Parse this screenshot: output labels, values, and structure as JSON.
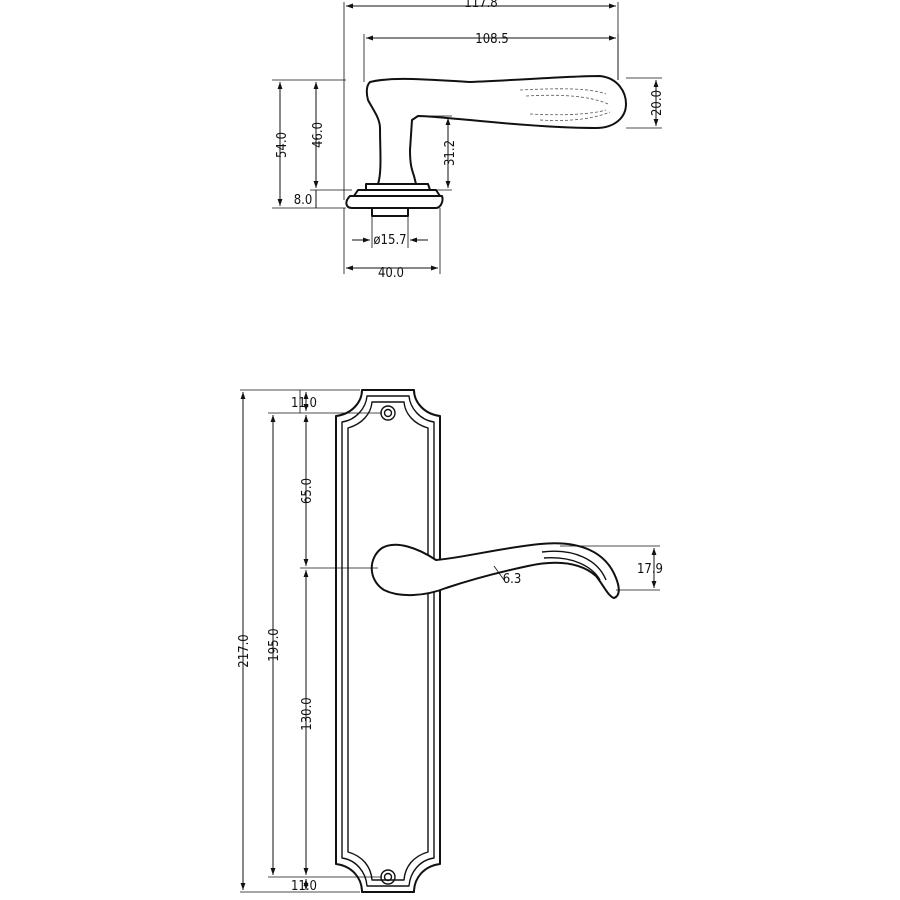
{
  "side_view": {
    "dimensions": {
      "overall_length": "117.8",
      "lever_length": "108.5",
      "lever_end_height": "20.0",
      "overall_height": "54.0",
      "neck_height": "46.0",
      "lever_clearance": "31.2",
      "rose_height": "8.0",
      "spindle_diameter": "ø15.7",
      "rose_width": "40.0"
    }
  },
  "front_view": {
    "dimensions": {
      "total_height": "217.0",
      "screw_centres": "195.0",
      "top_screw_offset": "11.0",
      "top_to_lever": "65.0",
      "lever_to_bottom": "130.0",
      "bottom_screw_offset": "11.0",
      "lever_end_height": "17.9",
      "lever_thickness": "6.3"
    }
  }
}
